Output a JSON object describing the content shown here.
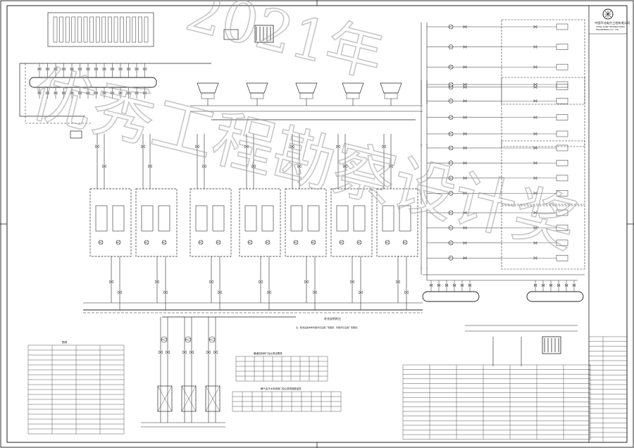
{
  "title_block": {
    "company_cn": "中国华北电力工程有限公司",
    "company_en_1": "CHINA SOME INTERNATIONAL",
    "company_en_2": "ENGINEERING CO., LTD."
  },
  "watermark": {
    "line1": "优秀工程勘察设计奖",
    "line2": "2021年"
  },
  "notes": {
    "heading": "补充说明附注",
    "line": "注：暖通设备本体管路详见设备厂家图纸，管路详见设备厂家图纸。"
  },
  "schedule_top": {
    "title": "暖通控制阀门及仪表设置表"
  },
  "schedule_bottom": {
    "title": "暖气及冷水系统阀门及仪表规格数量表"
  },
  "legend": {
    "heading": "图例"
  },
  "colors": {
    "line": "#2b2b2b",
    "watermark": "#9a9a9a",
    "paper": "#ffffff"
  }
}
